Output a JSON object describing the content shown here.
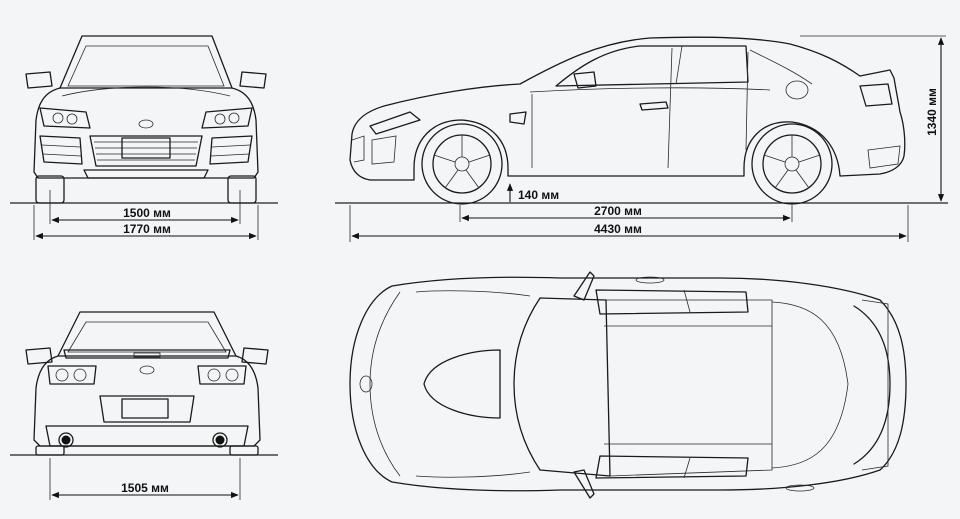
{
  "dimensions": {
    "front_track": "1500 мм",
    "overall_width": "1770 мм",
    "rear_track": "1505 мм",
    "ground_clearance": "140 мм",
    "wheelbase": "2700 мм",
    "overall_length": "4430 мм",
    "overall_height": "1340 мм"
  },
  "colors": {
    "background": "#f4f5f6",
    "line": "#1a1a1a"
  }
}
